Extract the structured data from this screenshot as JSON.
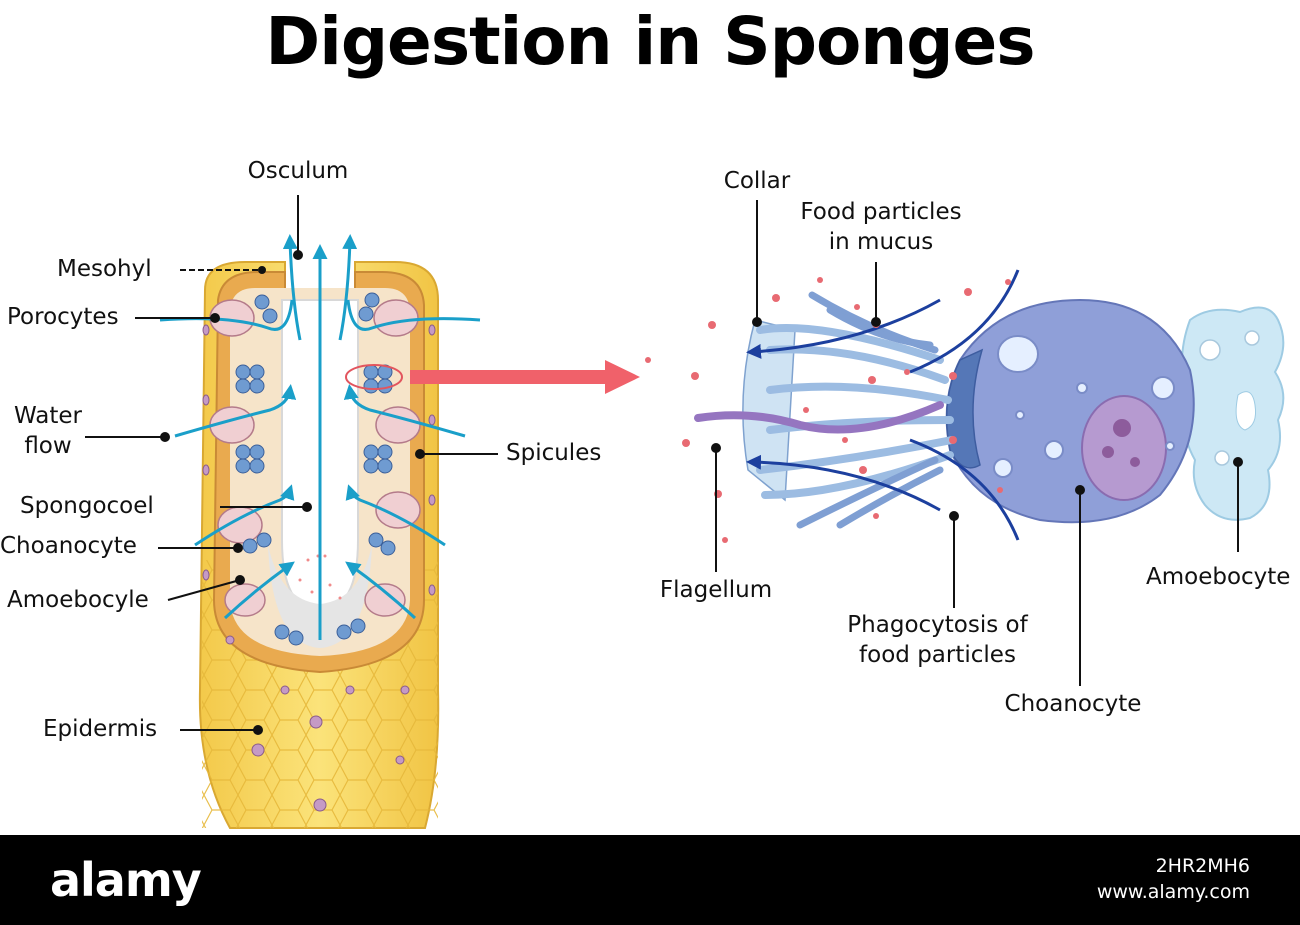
{
  "title": "Digestion in Sponges",
  "left_labels": {
    "osculum": "Osculum",
    "mesohyl": "Mesohyl",
    "porocytes": "Porocytes",
    "water_flow": "Water\nflow",
    "spongocoel": "Spongocoel",
    "choanocyte": "Choanocyte",
    "amoebocyle": "Amoebocyle",
    "epidermis": "Epidermis",
    "spicules": "Spicules"
  },
  "right_labels": {
    "collar": "Collar",
    "food_particles": "Food particles\nin mucus",
    "flagellum": "Flagellum",
    "phagocytosis": "Phagocytosis of\nfood particles",
    "choanocyte": "Choanocyte",
    "amoebocyte": "Amoebocyte"
  },
  "footer": {
    "logo": "alamy",
    "image_id": "2HR2MH6",
    "site": "www.alamy.com"
  },
  "colors": {
    "body_yellow": "#f6d65a",
    "body_orange": "#e8a848",
    "chamber_pink": "#f0cfd2",
    "water_arrow": "#1a9fc9",
    "cell_arrow": "#1c3f9e",
    "zoom_arrow": "#f0616a",
    "cell_body": "#8f9fd8",
    "amoebocyte": "#cde8f5"
  }
}
